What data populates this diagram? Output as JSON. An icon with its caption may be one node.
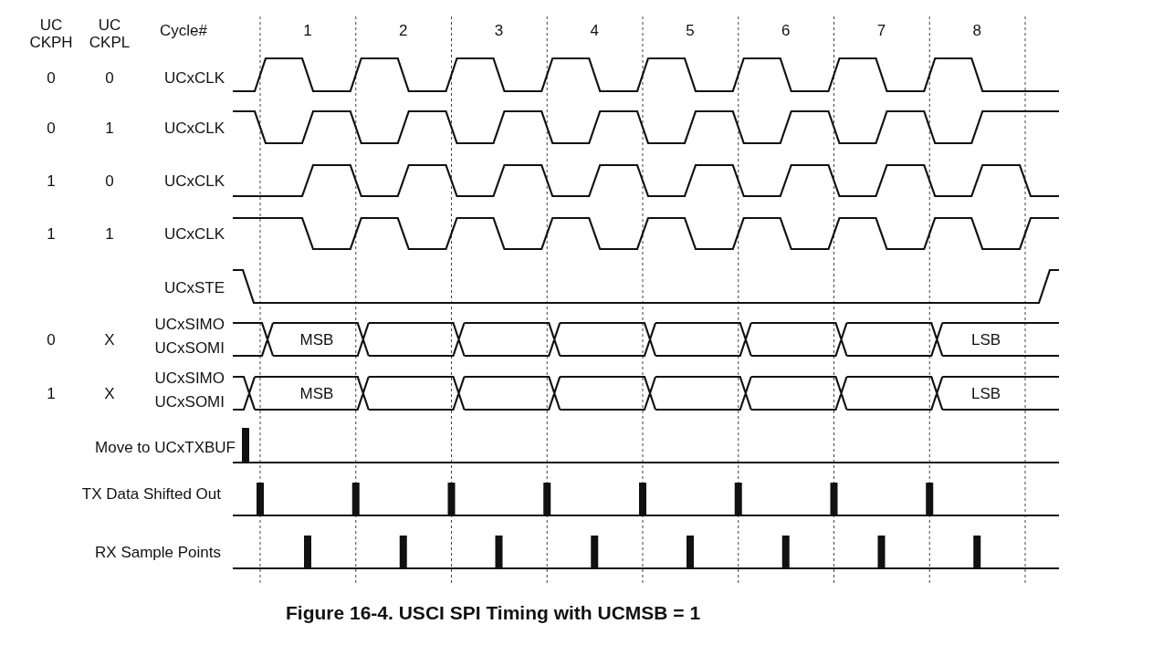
{
  "diagram": {
    "caption": "Figure 16-4. USCI SPI Timing with UCMSB = 1",
    "labels": [
      "UC CKPH",
      "UC CKPL",
      "Cycle#",
      "1",
      "2",
      "3",
      "4",
      "5",
      "6",
      "7",
      "8",
      "0",
      "0",
      "UCxCLK",
      "0",
      "1",
      "UCxCLK",
      "1",
      "0",
      "UCxCLK",
      "1",
      "1",
      "UCxCLK",
      "UCxSTE",
      "0",
      "X",
      "UCxSIMO",
      "UCxSOMI",
      "MSB",
      "LSB",
      "1",
      "X",
      "UCxSIMO",
      "UCxSOMI",
      "MSB",
      "LSB",
      "Move to UCxTXBUF",
      "TX Data Shifted Out",
      "RX Sample Points"
    ]
  }
}
